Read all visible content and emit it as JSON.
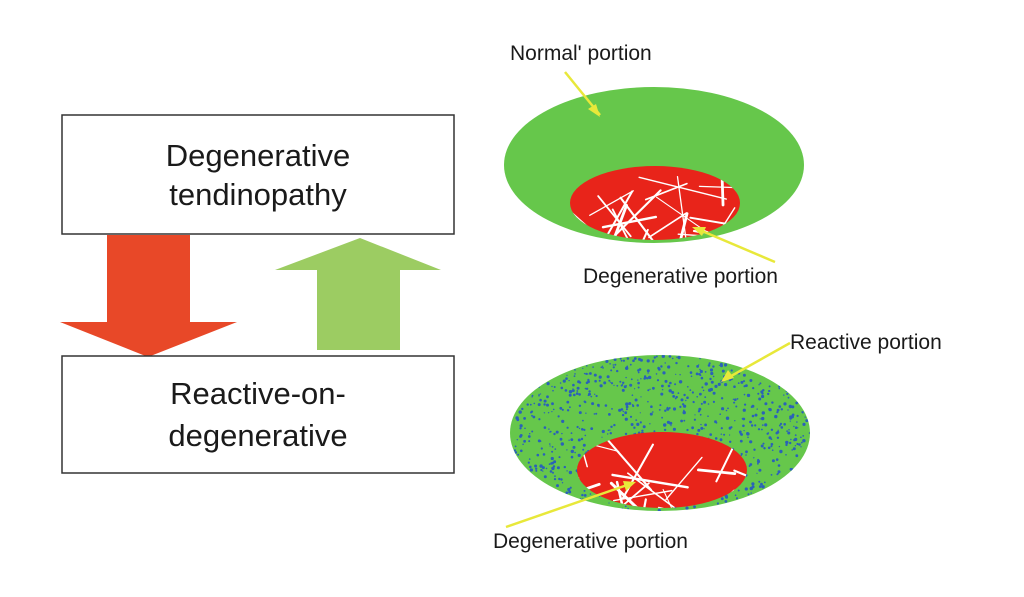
{
  "colors": {
    "arrow_down": "#e84828",
    "arrow_up": "#9ccc62",
    "normal_tissue": "#66c74b",
    "degenerative_core": "#e8241a",
    "fibers": "#ffffff",
    "reactive_dots": "#2a62b8",
    "pointer": "#e8e83a"
  },
  "left": {
    "top_box": {
      "line1": "Degenerative",
      "line2": "tendinopathy"
    },
    "bottom_box": {
      "line1": "Reactive-on-",
      "line2": "degenerative"
    },
    "down_arrow_icon": "arrow-down",
    "up_arrow_icon": "arrow-up"
  },
  "right": {
    "top_cross_section": {
      "outer_label": "Normal' portion",
      "inner_label": "Degenerative portion"
    },
    "bottom_cross_section": {
      "outer_label": "Reactive portion",
      "inner_label": "Degenerative portion"
    }
  }
}
